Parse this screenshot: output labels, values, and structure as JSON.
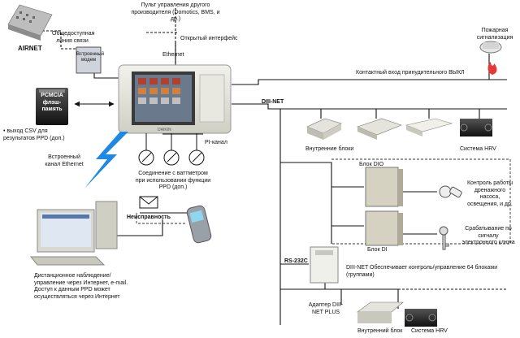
{
  "labels": {
    "airnet": "AIRNET",
    "public_line": "Общедоступная линия связи",
    "builtin_modem": "Встроенный модем",
    "external_remote": "Пульт управления другого производителя (Domotics, BMS, и др.)",
    "open_interface": "Открытый интерфейс",
    "ethernet_top": "Ethernet",
    "fire_alarm": "Пожарная сигнализация",
    "forced_off_input": "Контактный вход принудительного ВЫКЛ",
    "pcmcia_card": "PCMCIA флэш-память",
    "csv_output": "• выход CSV для результатов PPD (доп.)",
    "dIII_net_main": "DIII-NET",
    "indoor_units": "Внутренние блоки",
    "hrv_system": "Система HRV",
    "pi_channel": "PI-канал",
    "builtin_ethernet": "Встроенный канал Ethernet",
    "wattmeter": "Соединение с ваттметром при использовании функции PPD (доп.)",
    "block_dio": "Блок DIO",
    "block_di": "Блок DI",
    "pump_control": "Контроль работы дренажного насоса, освещения, и др.",
    "key_trigger": "Срабатывание по сигналу электронного ключа",
    "malfunction": "Неисправность",
    "remote_monitoring": "Дистанционное наблюдение/управление через Интернет, e-mail. Доступ к данным PPD может осуществляться через Интернет",
    "rs232c": "RS-232C",
    "dIII_net_plus_note": "DIII-NET Обеспечивает контроль/управление 64 блоками (группами)",
    "adapter": "Адаптер DIII-NET PLUS",
    "indoor_unit_single": "Внутренний блок",
    "hrv_system_2": "Система HRV",
    "brand_mark": "DAIKIN"
  },
  "icons": [
    "building-icon",
    "modem-icon",
    "controller-icon",
    "flash-card-icon",
    "fire-alarm-icon",
    "cassette-unit-icon",
    "ceiling-unit-icon",
    "hrv-unit-icon",
    "wattmeter-icon",
    "lightning-icon",
    "computer-icon",
    "envelope-icon",
    "mobile-phone-icon",
    "dio-box-icon",
    "di-box-icon",
    "bulb-icon",
    "key-icon",
    "adapter-icon"
  ],
  "colors": {
    "line": "#111111",
    "dashed": "#222222",
    "lightning": "#1e88e5",
    "fire": "#e53935",
    "device": "#dcdcd0"
  }
}
